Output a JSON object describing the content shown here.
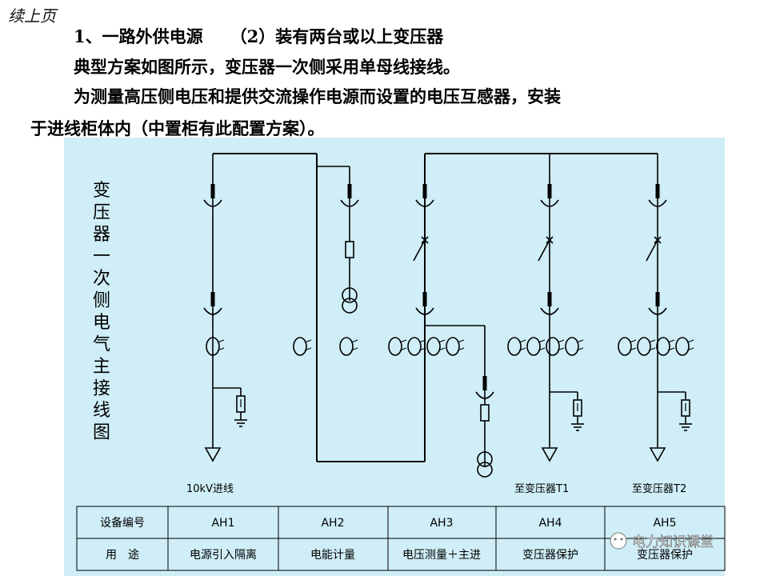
{
  "header": {
    "continued": "续上页",
    "line1_part1": "1、一路外供电源",
    "line1_part2": "（2）装有两台或以上变压器",
    "line2": "典型方案如图所示，变压器一次侧采用单母线接线。",
    "line3": "为测量高压侧电压和提供交流操作电源而设置的电压互感器，安装",
    "line4": "于进线柜体内（中置柜有此配置方案）。"
  },
  "diagram": {
    "vertical_title": [
      "变",
      "压",
      "器",
      "一",
      "次",
      "侧",
      "电",
      "气",
      "主",
      "接",
      "线",
      "图"
    ],
    "label_incoming": "10kV进线",
    "label_to_t1": "至变压器T1",
    "label_to_t2": "至变压器T2",
    "icons": [
      "draw-out-contact-icon",
      "switch-icon",
      "fuse-icon",
      "voltage-transformer-icon",
      "current-transformer-icon",
      "arrester-icon",
      "ground-icon",
      "cable-termination-icon"
    ]
  },
  "table": {
    "row1_header": "设备编号",
    "row2_header": "用　途",
    "codes": [
      "AH1",
      "AH2",
      "AH3",
      "AH4",
      "AH5"
    ],
    "uses": [
      "电源引入隔离",
      "电能计量",
      "电压测量＋主进",
      "变压器保护",
      "变压器保护"
    ]
  },
  "watermark": {
    "text": "电力知识课堂"
  },
  "colors": {
    "panel_bg": "#cfeef7",
    "line": "#000000"
  }
}
